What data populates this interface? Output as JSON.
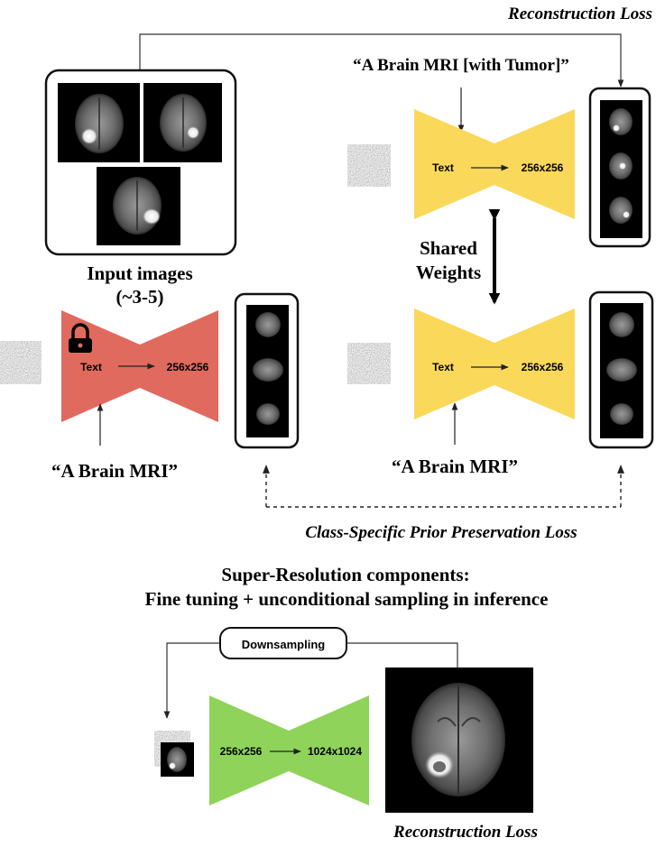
{
  "labels": {
    "reconstruction_loss_top": "Reconstruction Loss",
    "prompt_tumor": "“A Brain MRI [with Tumor]”",
    "input_images_line1": "Input images",
    "input_images_line2": "(~3-5)",
    "shared_weights_line1": "Shared",
    "shared_weights_line2": "Weights",
    "prompt_left": "“A Brain MRI”",
    "prompt_right": "“A Brain MRI”",
    "prior_loss": "Class-Specific Prior Preservation Loss",
    "sr_title_line1": "Super-Resolution components:",
    "sr_title_line2": "Fine tuning + unconditional sampling in inference",
    "downsampling": "Downsampling",
    "reconstruction_loss_bottom": "Reconstruction Loss"
  },
  "models": {
    "top": {
      "input": "Text",
      "output": "256x256"
    },
    "frozen": {
      "input": "Text",
      "output": "256x256"
    },
    "bottom": {
      "input": "Text",
      "output": "256x256"
    },
    "sr": {
      "input": "256x256",
      "output": "1024x1024"
    }
  },
  "colors": {
    "frozen_model": "#e06a5e",
    "finetune_model": "#fad85a",
    "sr_model": "#8fd35a"
  },
  "icons": {
    "frozen": "lock-icon"
  }
}
